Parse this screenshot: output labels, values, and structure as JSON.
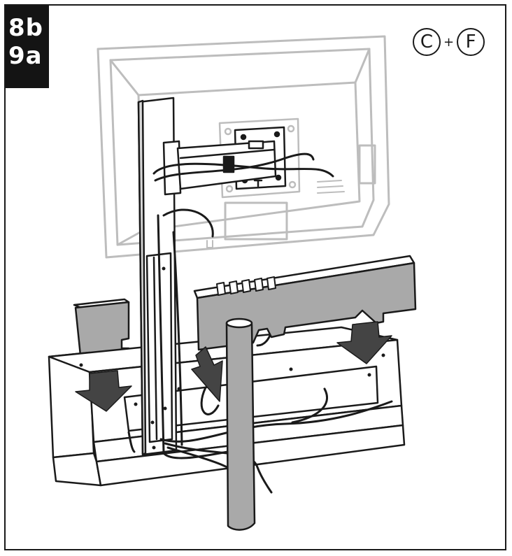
{
  "step": {
    "line1": "8b",
    "line2": "9a"
  },
  "parts": {
    "first": "C",
    "operator": "+",
    "second": "F"
  },
  "colors": {
    "ink": "#1a1a1a",
    "panel_fill": "#a9a9a9",
    "tv_outline": "#bdbdbd",
    "badge_bg": "#141414"
  },
  "icons": [
    "down-arrow-icon",
    "cable-bundle"
  ]
}
